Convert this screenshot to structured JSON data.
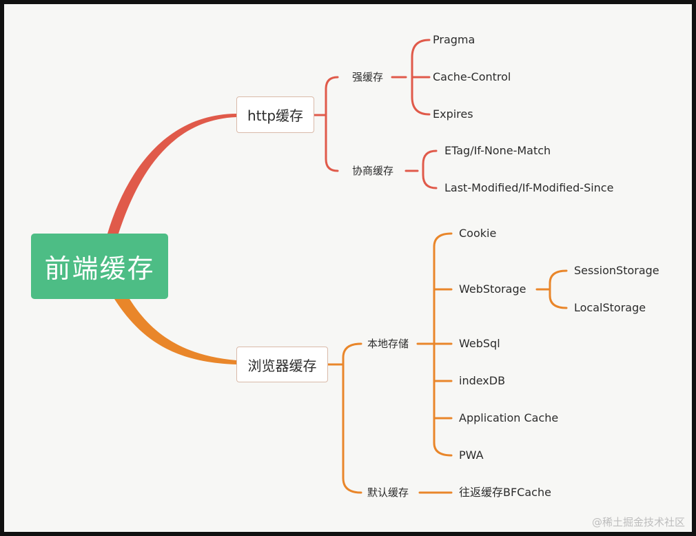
{
  "colors": {
    "root": "#4dbd85",
    "http_branch": "#e05a4a",
    "browser_branch": "#e9862a"
  },
  "mindmap": {
    "root": "前端缓存",
    "http": {
      "label": "http缓存",
      "strong": {
        "label": "强缓存",
        "items": [
          "Pragma",
          "Cache-Control",
          "Expires"
        ]
      },
      "negotiate": {
        "label": "协商缓存",
        "items": [
          "ETag/If-None-Match",
          "Last-Modified/If-Modified-Since"
        ]
      }
    },
    "browser": {
      "label": "浏览器缓存",
      "local": {
        "label": "本地存储",
        "items": [
          "Cookie",
          "WebStorage",
          "WebSql",
          "indexDB",
          "Application Cache",
          "PWA"
        ],
        "webstorage_children": [
          "SessionStorage",
          "LocalStorage"
        ]
      },
      "default": {
        "label": "默认缓存",
        "items": [
          "往返缓存BFCache"
        ]
      }
    }
  },
  "watermark": "@稀土掘金技术社区"
}
